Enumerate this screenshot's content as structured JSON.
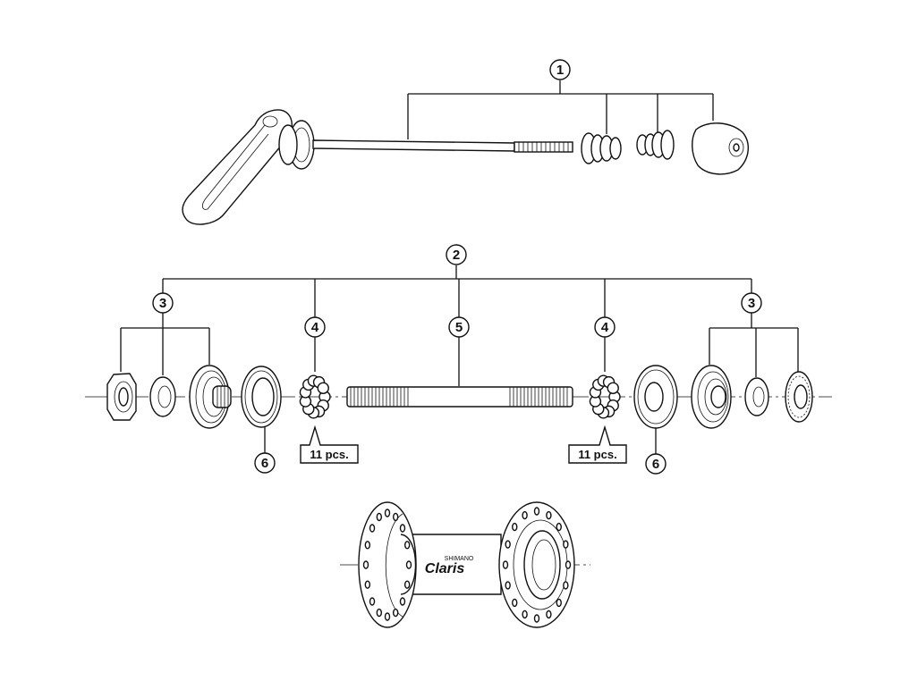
{
  "callouts": {
    "c1": "1",
    "c2": "2",
    "c3": "3",
    "c4": "4",
    "c5": "5",
    "c6": "6"
  },
  "ball_count_label": "11 pcs.",
  "hub_logo": {
    "brand": "SHIMANO",
    "model": "Claris"
  }
}
